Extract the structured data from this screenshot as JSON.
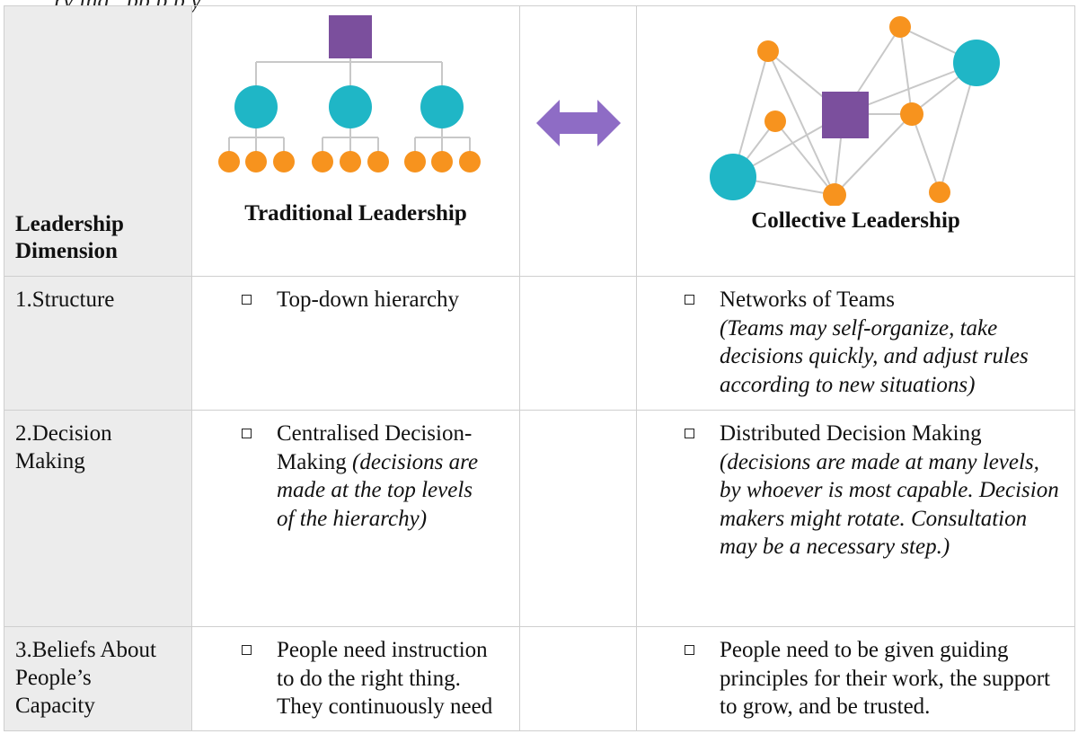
{
  "header": {
    "top_fragment": "ry       ing      ,    pp           p          p   y",
    "dimension_title": "Leadership Dimension",
    "traditional_title": "Traditional Leadership",
    "collective_title": "Collective Leadership"
  },
  "colors": {
    "purple": "#7b4f9d",
    "teal": "#1fb6c6",
    "orange": "#f7931e",
    "arrow": "#8e6cc5",
    "line": "#c8c8c8"
  },
  "rows": [
    {
      "dimension": "1.Structure",
      "traditional": {
        "text": "Top-down hierarchy",
        "note": ""
      },
      "collective": {
        "text": "Networks of Teams",
        "note": "(Teams may self-organize, take decisions quickly, and adjust rules according to new situations)"
      }
    },
    {
      "dimension": "2.Decision Making",
      "traditional": {
        "text": "Centralised Decision-Making ",
        "note": "(decisions are made at the top levels of the hierarchy)"
      },
      "collective": {
        "text": "Distributed Decision Making",
        "note": "(decisions are made at many levels, by whoever is most capable. Decision makers might rotate. Consultation may be a necessary step.)"
      }
    },
    {
      "dimension": "3.Beliefs About People’s Capacity",
      "traditional": {
        "text": "People need instruction to do the right thing. They continuously need",
        "note": ""
      },
      "collective": {
        "text": "People need to be given guiding principles for their work, the support to grow, and be trusted.",
        "note": ""
      }
    }
  ]
}
